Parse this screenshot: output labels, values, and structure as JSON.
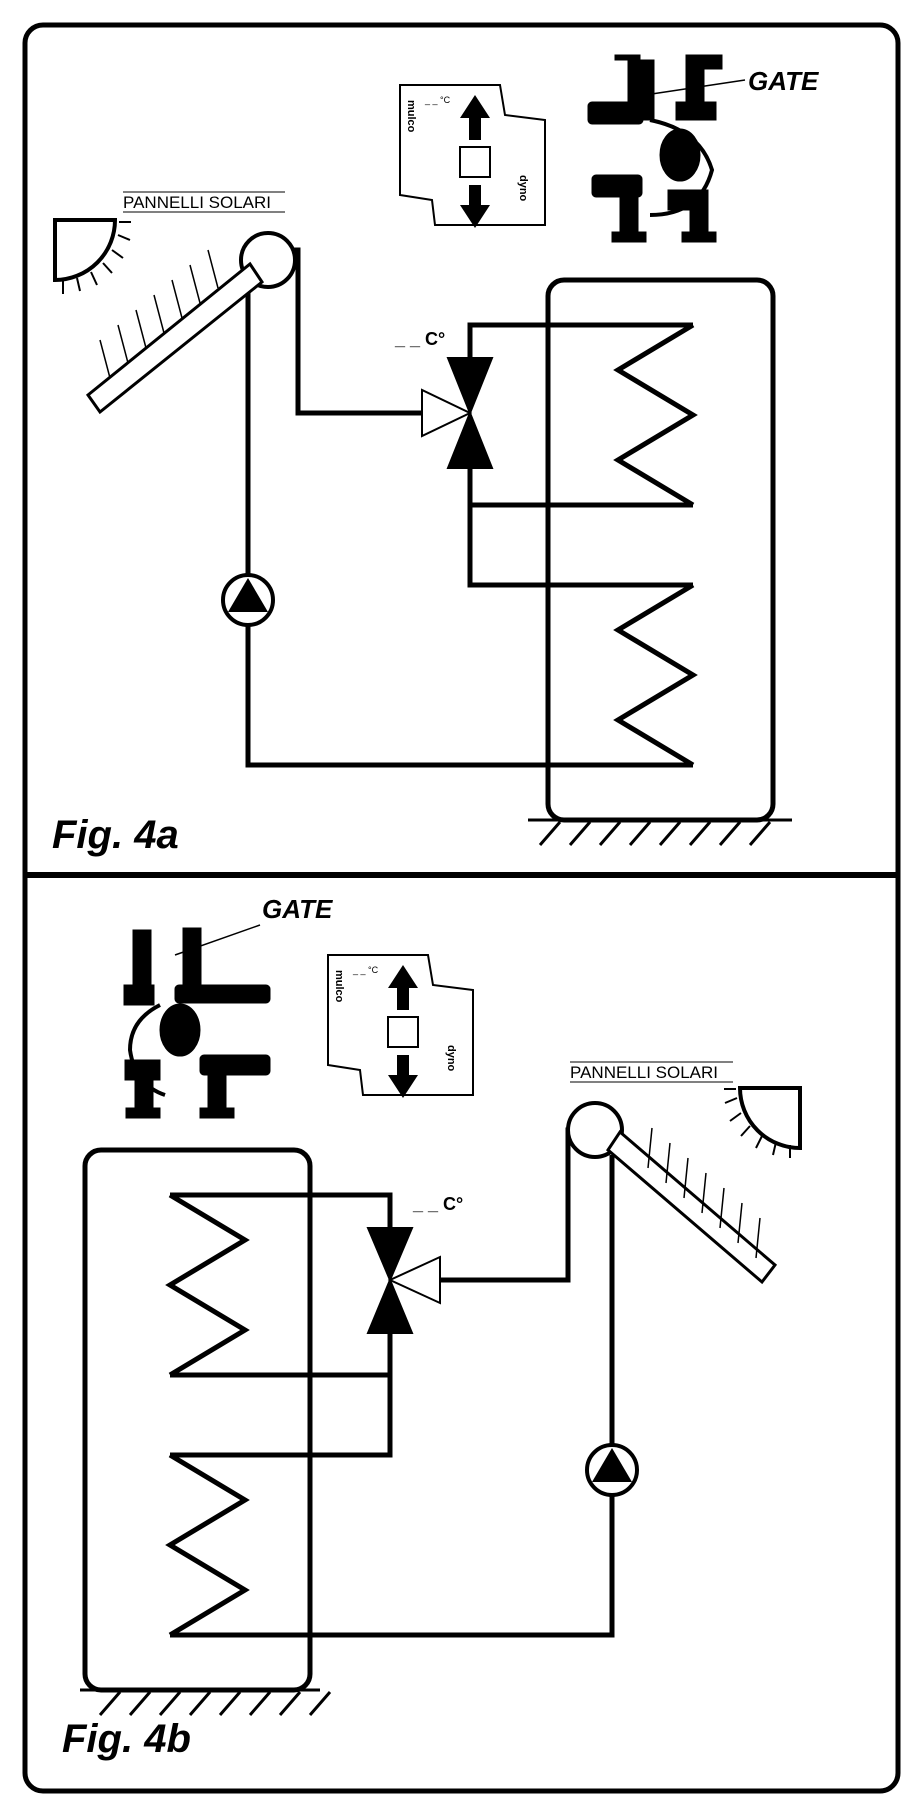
{
  "figures": [
    {
      "label": "Fig. 4a",
      "gate_label": "GATE",
      "panel_label": "PANNELLI SOLARI",
      "temp_label": "_ _ C°",
      "thermostat": {
        "label_top": "_ _ °C",
        "side_top": "mulco",
        "side_bottom": "dyno"
      }
    },
    {
      "label": "Fig. 4b",
      "gate_label": "GATE",
      "panel_label": "PANNELLI SOLARI",
      "temp_label": "_ _ C°",
      "thermostat": {
        "label_top": "_ _ °C",
        "side_top": "mulco",
        "side_bottom": "dyno"
      }
    }
  ]
}
